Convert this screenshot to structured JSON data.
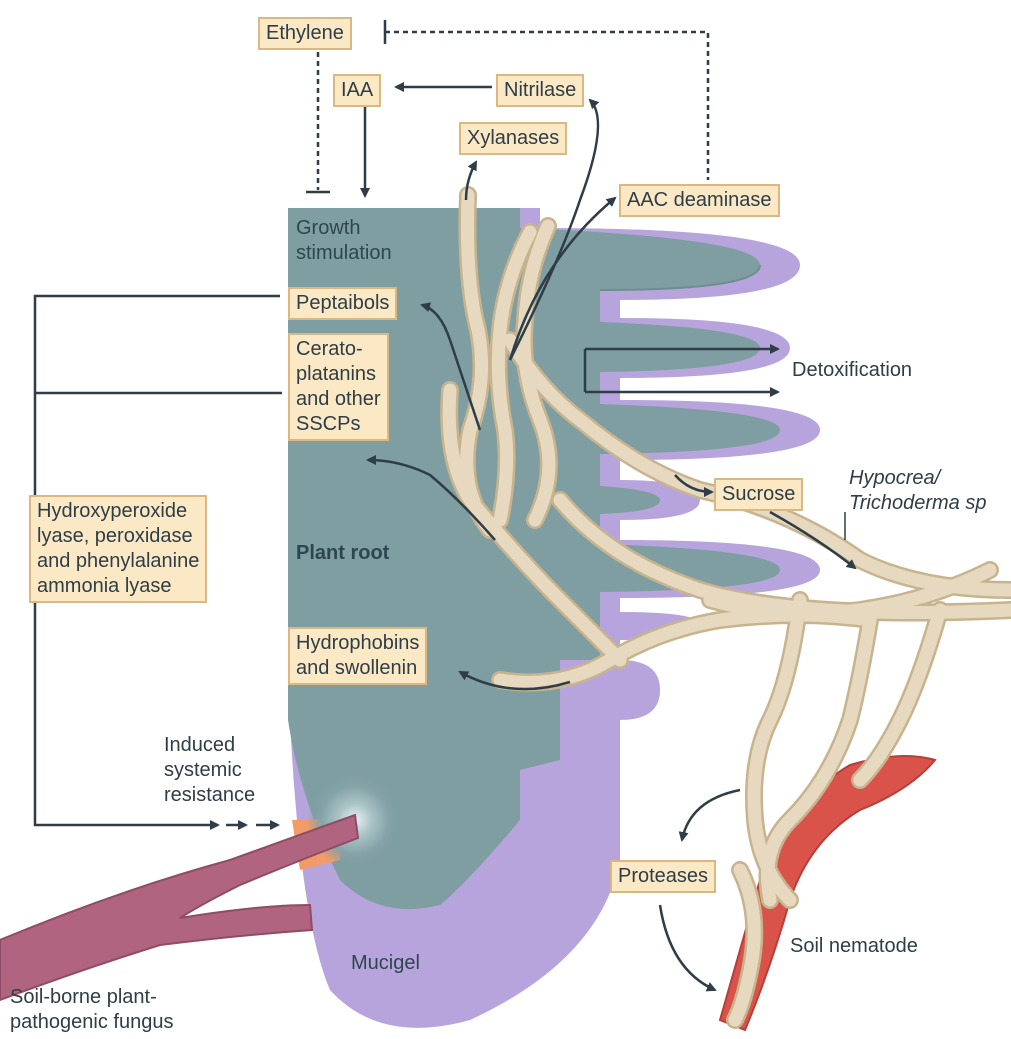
{
  "colors": {
    "root_fill": "#7f9ea2",
    "mucigel_fill": "#b7a4dd",
    "hyphae_fill": "#e6d9c0",
    "hyphae_stroke": "#c7b48e",
    "label_box_fill": "#fbe9c6",
    "label_box_border": "#d9b883",
    "arrow": "#2f3d47",
    "pathogen_fill": "#b0647f",
    "infection_orange": "#f39a69",
    "nematode_fill": "#d9534a"
  },
  "labels": {
    "ethylene": "Ethylene",
    "iaa": "IAA",
    "nitrilase": "Nitrilase",
    "xylanases": "Xylanases",
    "aac_deaminase": "AAC deaminase",
    "growth_stimulation_1": "Growth",
    "growth_stimulation_2": "stimulation",
    "peptaibols": "Peptaibols",
    "cerato_1": "Cerato-",
    "cerato_2": "platanins",
    "cerato_3": "and other",
    "cerato_4": "SSCPs",
    "detoxification": "Detoxification",
    "hydroxy_1": "Hydroxyperoxide",
    "hydroxy_2": "lyase, peroxidase",
    "hydroxy_3": "and phenylalanine",
    "hydroxy_4": "ammonia lyase",
    "plant_root": "Plant root",
    "sucrose": "Sucrose",
    "hypocrea_1": "Hypocrea/",
    "hypocrea_2": "Trichoderma sp",
    "hydrophobins_1": "Hydrophobins",
    "hydrophobins_2": "and swollenin",
    "induced_1": "Induced",
    "induced_2": "systemic",
    "induced_3": "resistance",
    "proteases": "Proteases",
    "soil_nematode": "Soil nematode",
    "mucigel": "Mucigel",
    "pathogen_1": "Soil-borne plant-",
    "pathogen_2": "pathogenic fungus"
  }
}
